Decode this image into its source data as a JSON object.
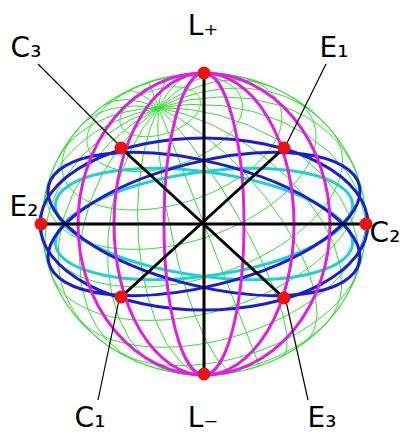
{
  "diagram": {
    "labels": [
      "L₊",
      "C₃",
      "E₁",
      "E₂",
      "C₂",
      "C₁",
      "L₋",
      "E₃"
    ]
  }
}
